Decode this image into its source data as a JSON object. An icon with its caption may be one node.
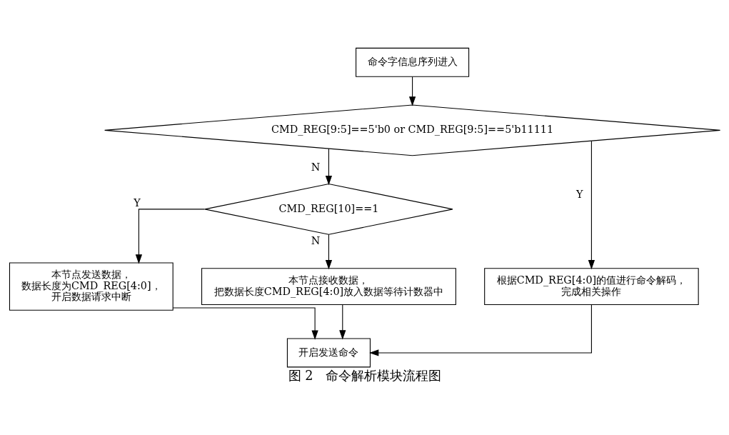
{
  "diagram": {
    "caption": "图 2　命令解析模块流程图",
    "nodes": [
      {
        "text": [
          "命令字信息序列进入"
        ]
      },
      {
        "text": [
          "CMD_REG[9:5]==5'b0 or CMD_REG[9:5]==5'b11111"
        ]
      },
      {
        "text": [
          "CMD_REG[10]==1"
        ]
      },
      {
        "text": [
          "本节点发送数据，数据长度为CMD_REG[4:0]，开启数据请求中断"
        ]
      },
      {
        "text": [
          "本节点接收数据，把数据长度CMD_REG[4:0]放入数据等待计数器中"
        ]
      },
      {
        "text": [
          "根据CMD_REG[4:0]的值进行命令解码，完成相关操作"
        ]
      },
      {
        "text": [
          "开启发送命令"
        ]
      }
    ],
    "edges": [
      {
        "from": 0,
        "to": 1,
        "arrow": "to"
      },
      {
        "from": 1,
        "to": 2,
        "arrow": "to",
        "label": "N"
      },
      {
        "from": 1,
        "to": 5,
        "arrow": "to",
        "label": "Y"
      },
      {
        "from": 2,
        "to": 3,
        "arrow": "to",
        "label": "Y"
      },
      {
        "from": 2,
        "to": 4,
        "arrow": "to",
        "label": "N"
      },
      {
        "from": 3,
        "to": 6,
        "arrow": "to"
      },
      {
        "from": 4,
        "to": 6,
        "arrow": "to"
      },
      {
        "from": 5,
        "to": 6,
        "arrow": "to"
      }
    ]
  }
}
